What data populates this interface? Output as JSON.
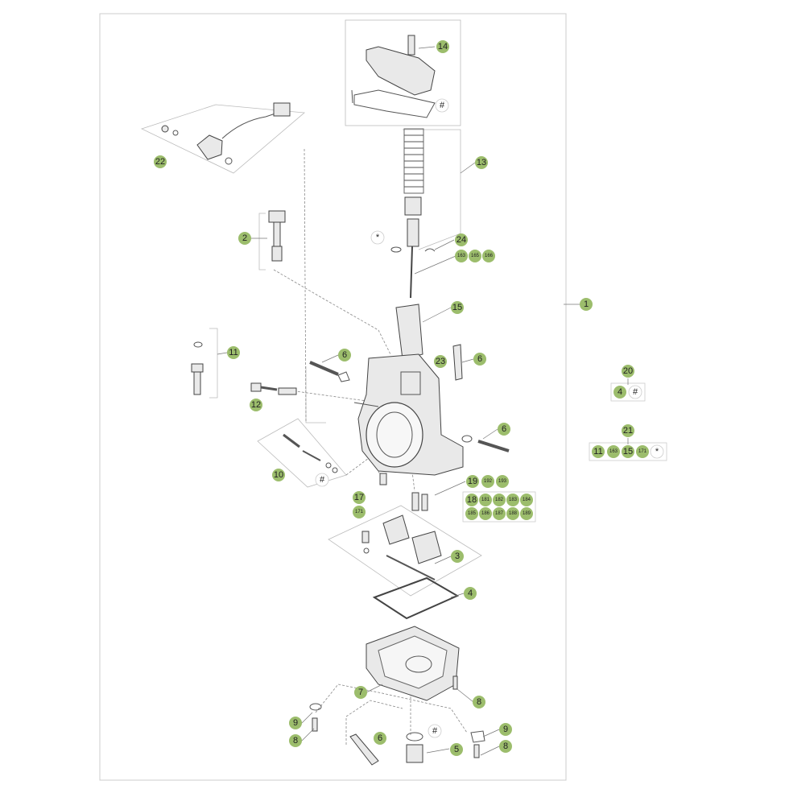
{
  "colors": {
    "badge_fill": "#9cbd6c",
    "badge_text": "#222222",
    "marker_fill": "#ffffff",
    "frame_stroke": "#cccccc"
  },
  "callouts": {
    "c1": "1",
    "c2": "2",
    "c3": "3",
    "c4a": "4",
    "c4b": "4",
    "c5": "5",
    "c6a": "6",
    "c6b": "6",
    "c6c": "6",
    "c6d": "6",
    "c7": "7",
    "c8a": "8",
    "c8b": "8",
    "c8c": "8",
    "c9a": "9",
    "c9b": "9",
    "c10": "10",
    "c11a": "11",
    "c11b": "11",
    "c12": "12",
    "c13": "13",
    "c14": "14",
    "c15": "15",
    "c15b": "15",
    "c17": "17",
    "c18": "18",
    "c19": "19",
    "c20": "20",
    "c21": "21",
    "c22": "22",
    "c23": "23",
    "c24": "24",
    "s163a": "163",
    "s165": "165",
    "s166": "166",
    "s171a": "171",
    "s171b": "171",
    "s192": "192",
    "s193": "193",
    "s181": "181",
    "s182": "182",
    "s183": "183",
    "s184": "184",
    "s185": "185",
    "s186": "186",
    "s187": "187",
    "s188": "188",
    "s189": "189",
    "s163b": "163"
  },
  "markers": {
    "hash": "#",
    "star": "*"
  }
}
